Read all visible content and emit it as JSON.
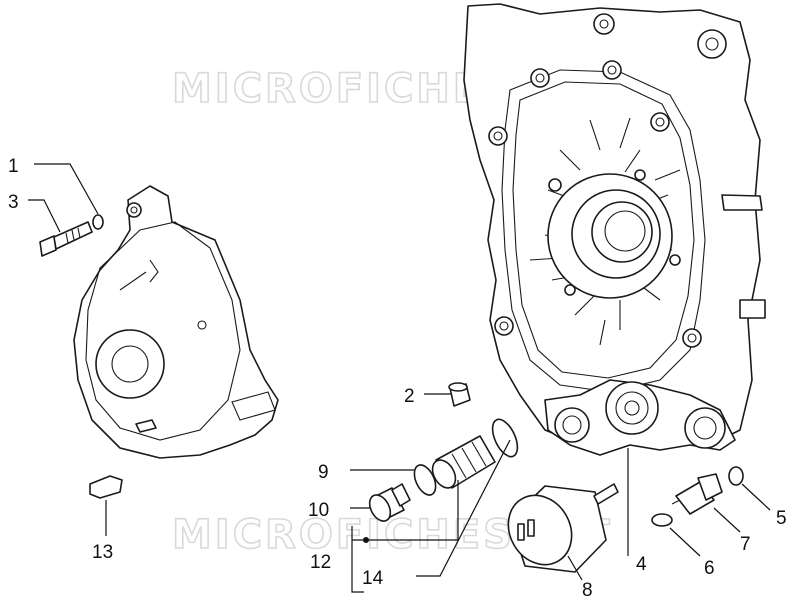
{
  "watermark": "MICROFICHESOFT",
  "callouts": [
    {
      "id": "1",
      "label": "1"
    },
    {
      "id": "3",
      "label": "3"
    },
    {
      "id": "2",
      "label": "2"
    },
    {
      "id": "9",
      "label": "9"
    },
    {
      "id": "10",
      "label": "10"
    },
    {
      "id": "12",
      "label": "12"
    },
    {
      "id": "14",
      "label": "14"
    },
    {
      "id": "13",
      "label": "13"
    },
    {
      "id": "8",
      "label": "8"
    },
    {
      "id": "4",
      "label": "4"
    },
    {
      "id": "6",
      "label": "6"
    },
    {
      "id": "7",
      "label": "7"
    },
    {
      "id": "5",
      "label": "5"
    }
  ]
}
